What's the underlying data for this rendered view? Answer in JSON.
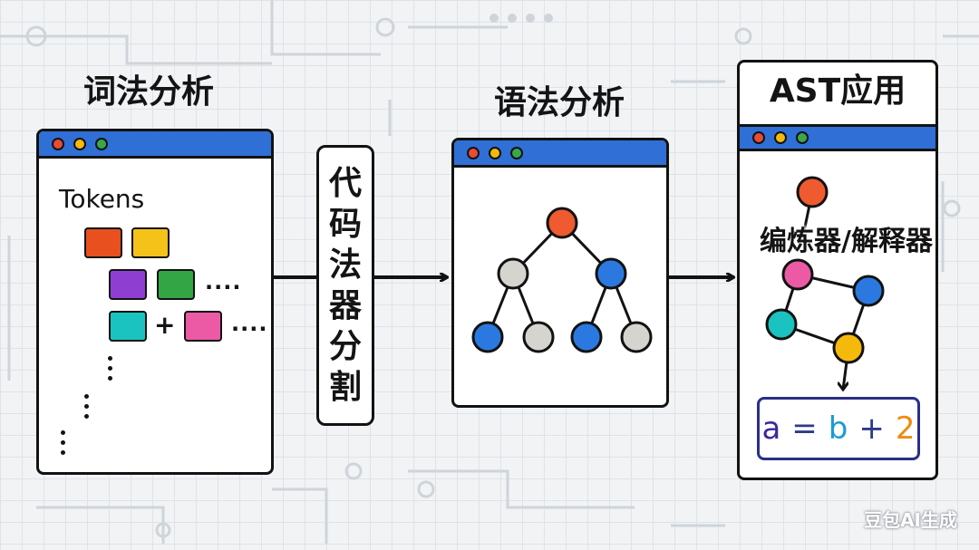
{
  "stages": {
    "lexer_title": "词法分析",
    "parser_title": "语法分析",
    "ast_title": "AST应用"
  },
  "lexer": {
    "tokens_label": "Tokens",
    "ellipsis": "....",
    "plus": "+",
    "token_colors": [
      "#e8501f",
      "#f5c21a",
      "#8e3fd1",
      "#33a544",
      "#1bc3c0",
      "#ec5aa6"
    ]
  },
  "splitter": {
    "chars": [
      "代",
      "码",
      "法",
      "器",
      "分",
      "割"
    ]
  },
  "ast": {
    "overlay_label": "编炼器/解释器",
    "code": {
      "a": "a",
      "eq": "=",
      "b": "b",
      "plus": "+",
      "two": "2"
    }
  },
  "node_colors": {
    "red": "#ef5a30",
    "gray": "#d6d4cf",
    "blue": "#2b79e0",
    "pink": "#ec5aa6",
    "cyan": "#1bc3c0",
    "yellow": "#f5b90c"
  },
  "watermark": "豆包AI生成"
}
